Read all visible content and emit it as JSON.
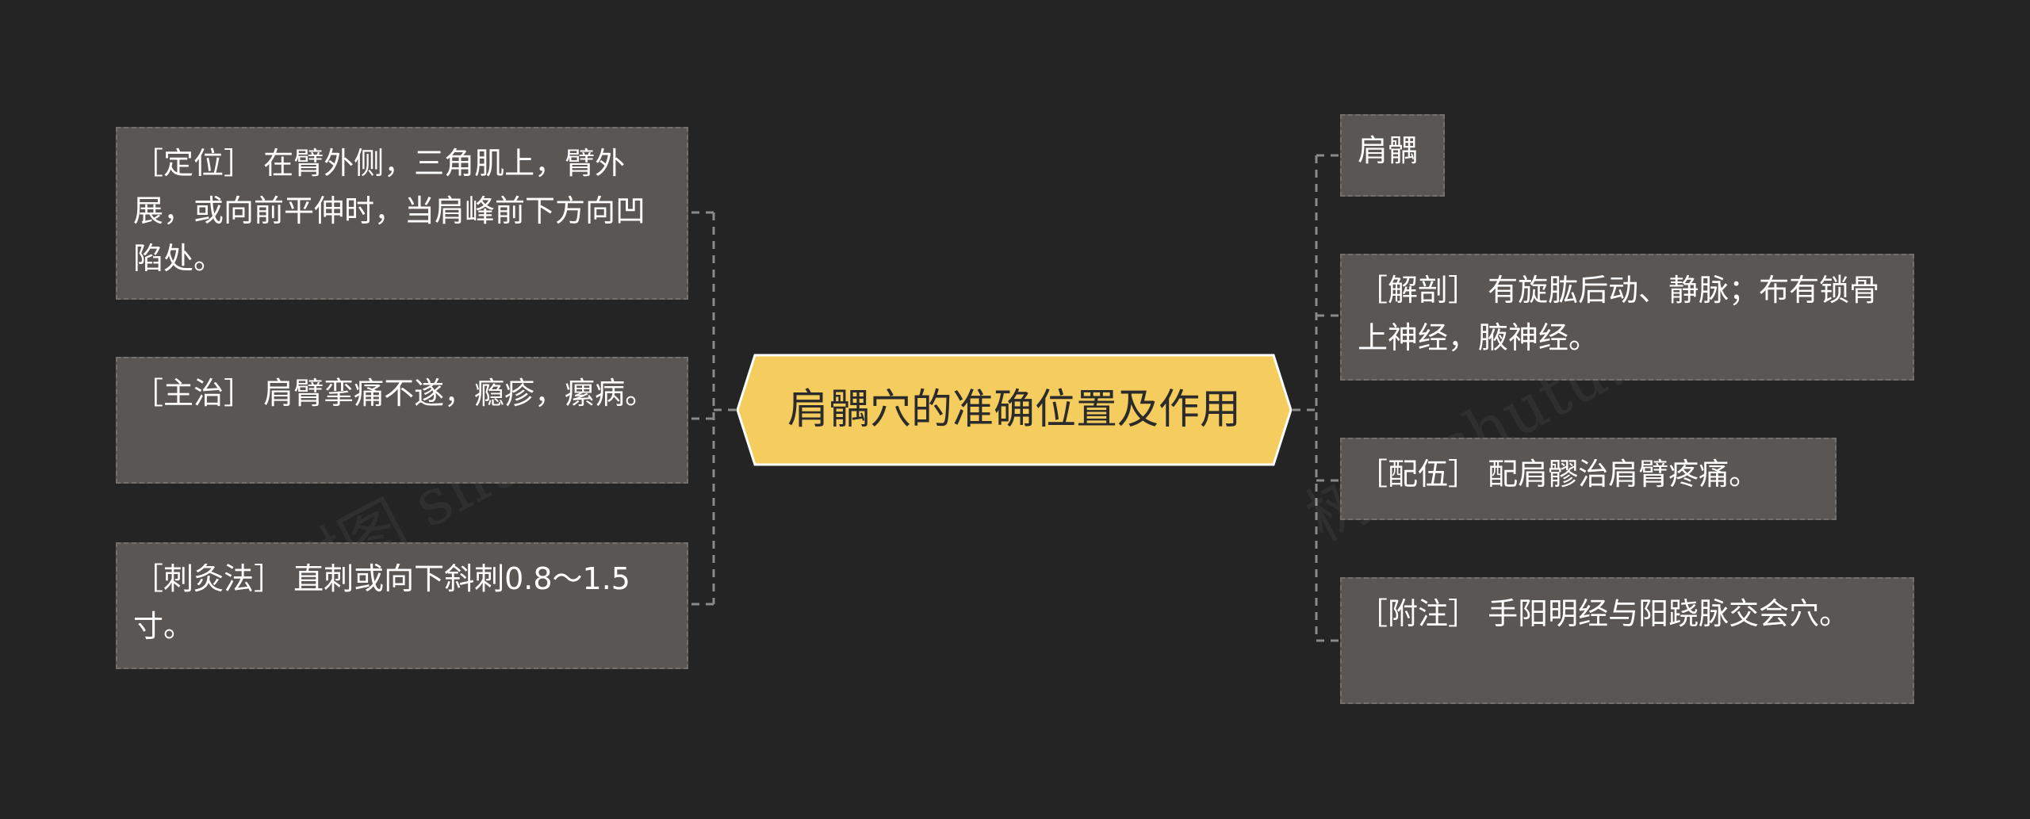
{
  "center": {
    "title": "肩髃穴的准确位置及作用"
  },
  "left_nodes": [
    "［定位］ 在臂外侧，三角肌上，臂外展，或向前平伸时，当肩峰前下方向凹陷处。",
    "［主治］ 肩臂挛痛不遂，瘾疹，瘰病。",
    "［刺灸法］ 直刺或向下斜刺0.8～1.5寸。"
  ],
  "right_nodes": [
    "肩髃",
    "［解剖］ 有旋肱后动、静脉；布有锁骨上神经，腋神经。",
    "［配伍］ 配肩髎治肩臂疼痛。",
    "［附注］ 手阳明经与阳跷脉交会穴。"
  ],
  "watermark": {
    "text": "树图 shutu.cn"
  },
  "colors": {
    "background": "#242424",
    "node_fill": "#5a5653",
    "node_border": "#74706d",
    "center_fill": "#f5cd5e",
    "center_border": "#ffffff",
    "connector": "#8a8a8a"
  }
}
